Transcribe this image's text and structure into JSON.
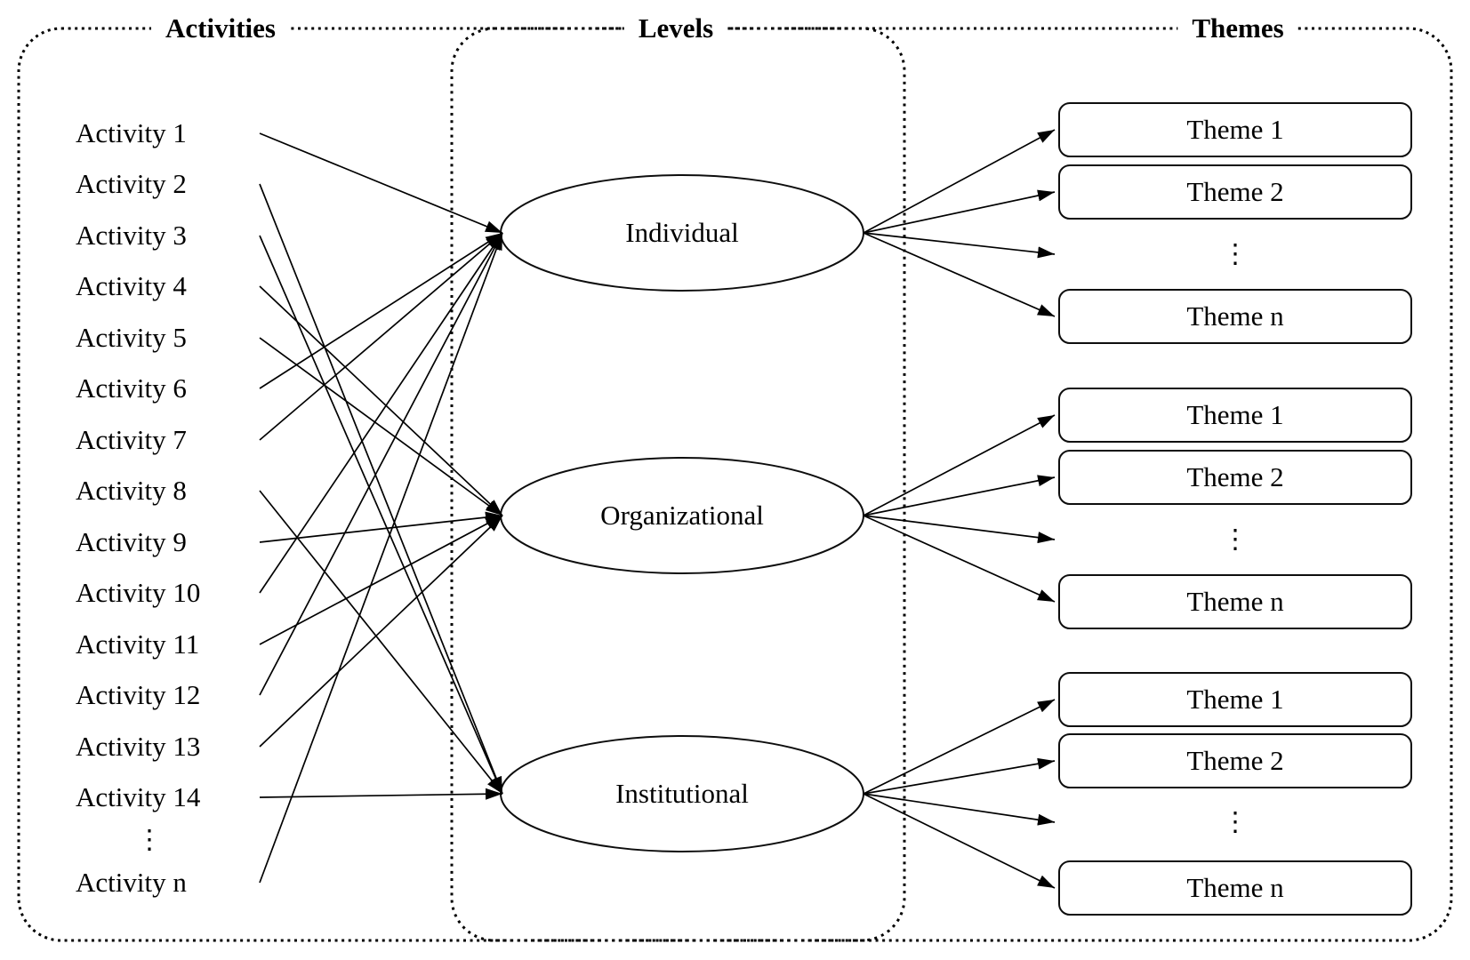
{
  "headers": {
    "activities": "Activities",
    "levels": "Levels",
    "themes": "Themes"
  },
  "activities": [
    {
      "id": "a1",
      "label": "Activity 1"
    },
    {
      "id": "a2",
      "label": "Activity 2"
    },
    {
      "id": "a3",
      "label": "Activity 3"
    },
    {
      "id": "a4",
      "label": "Activity 4"
    },
    {
      "id": "a5",
      "label": "Activity 5"
    },
    {
      "id": "a6",
      "label": "Activity 6"
    },
    {
      "id": "a7",
      "label": "Activity 7"
    },
    {
      "id": "a8",
      "label": "Activity 8"
    },
    {
      "id": "a9",
      "label": "Activity 9"
    },
    {
      "id": "a10",
      "label": "Activity 10"
    },
    {
      "id": "a11",
      "label": "Activity 11"
    },
    {
      "id": "a12",
      "label": "Activity 12"
    },
    {
      "id": "a13",
      "label": "Activity 13"
    },
    {
      "id": "a14",
      "label": "Activity 14"
    },
    {
      "id": "dots",
      "label": "⋮",
      "ellipsis": true
    },
    {
      "id": "an",
      "label": "Activity n"
    }
  ],
  "levels": [
    {
      "id": "individual",
      "label": "Individual"
    },
    {
      "id": "organizational",
      "label": "Organizational"
    },
    {
      "id": "institutional",
      "label": "Institutional"
    }
  ],
  "theme_groups": [
    {
      "level": "individual",
      "items": [
        "Theme 1",
        "Theme 2",
        "⋮",
        "Theme n"
      ]
    },
    {
      "level": "organizational",
      "items": [
        "Theme 1",
        "Theme 2",
        "⋮",
        "Theme n"
      ]
    },
    {
      "level": "institutional",
      "items": [
        "Theme 1",
        "Theme 2",
        "⋮",
        "Theme n"
      ]
    }
  ],
  "connections": [
    {
      "from": "a1",
      "to": "individual"
    },
    {
      "from": "a2",
      "to": "institutional"
    },
    {
      "from": "a3",
      "to": "institutional"
    },
    {
      "from": "a4",
      "to": "organizational"
    },
    {
      "from": "a5",
      "to": "organizational"
    },
    {
      "from": "a6",
      "to": "individual"
    },
    {
      "from": "a7",
      "to": "individual"
    },
    {
      "from": "a8",
      "to": "institutional"
    },
    {
      "from": "a9",
      "to": "organizational"
    },
    {
      "from": "a10",
      "to": "individual"
    },
    {
      "from": "a11",
      "to": "organizational"
    },
    {
      "from": "a12",
      "to": "individual"
    },
    {
      "from": "a13",
      "to": "organizational"
    },
    {
      "from": "a14",
      "to": "institutional"
    },
    {
      "from": "an",
      "to": "individual"
    }
  ],
  "colors": {
    "ink": "#000000",
    "background": "#ffffff"
  }
}
